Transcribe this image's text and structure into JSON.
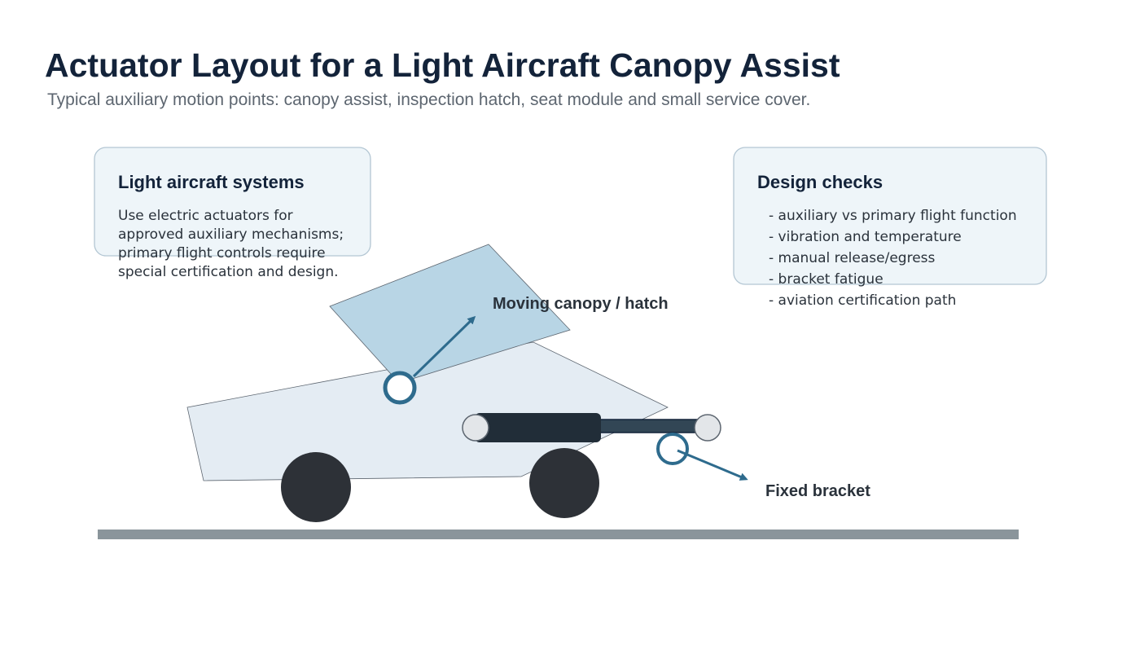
{
  "header": {
    "title": "Actuator Layout for a Light Aircraft Canopy Assist",
    "subtitle": "Typical auxiliary motion points: canopy assist, inspection hatch, seat module and small service cover."
  },
  "info_box_left": {
    "title": "Light aircraft systems",
    "lines": [
      "Use electric actuators for",
      "approved auxiliary mechanisms;",
      "primary flight controls require",
      "special certification and design."
    ]
  },
  "info_box_right": {
    "title": "Design checks",
    "items": [
      "- auxiliary vs primary flight function",
      "- vibration and temperature",
      "- manual release/egress",
      "- bracket fatigue",
      "- aviation certification path"
    ]
  },
  "callouts": {
    "canopy": "Moving canopy / hatch",
    "bracket": "Fixed bracket"
  },
  "colors": {
    "title": "#13233a",
    "subtitle": "#5d6670",
    "box_fill": "#eef5f9",
    "box_stroke": "#b3c6d3",
    "fuselage_fill": "#e4ecf3",
    "canopy_fill": "#b8d5e5",
    "pivot_accent": "#2e6b8d",
    "actuator_body": "#212d38",
    "actuator_rod": "#324655",
    "end_cap": "#e3e6e9",
    "wheel": "#2d3137",
    "ground": "#8a959b"
  },
  "icons": {
    "pivot": "pivot-circle-icon",
    "arrow": "arrow-icon"
  }
}
